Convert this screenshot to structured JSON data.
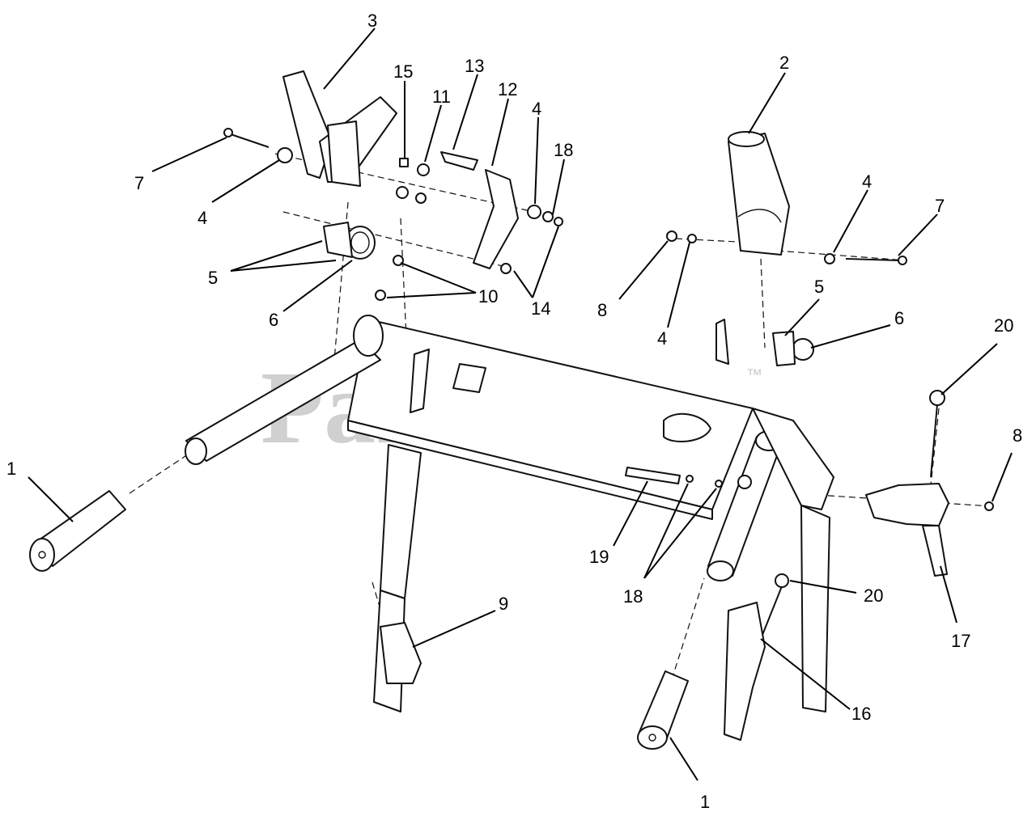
{
  "watermark": {
    "text": "PartsTree",
    "mark": "™",
    "color": "#d0d0d0"
  },
  "callouts": [
    {
      "id": "c3",
      "label": "3"
    },
    {
      "id": "c15",
      "label": "15"
    },
    {
      "id": "c13",
      "label": "13"
    },
    {
      "id": "c11",
      "label": "11"
    },
    {
      "id": "c12",
      "label": "12"
    },
    {
      "id": "c4a",
      "label": "4"
    },
    {
      "id": "c18a",
      "label": "18"
    },
    {
      "id": "c7a",
      "label": "7"
    },
    {
      "id": "c4b",
      "label": "4"
    },
    {
      "id": "c5a",
      "label": "5"
    },
    {
      "id": "c6a",
      "label": "6"
    },
    {
      "id": "c10",
      "label": "10"
    },
    {
      "id": "c14",
      "label": "14"
    },
    {
      "id": "c2",
      "label": "2"
    },
    {
      "id": "c4c",
      "label": "4"
    },
    {
      "id": "c7b",
      "label": "7"
    },
    {
      "id": "c8a",
      "label": "8"
    },
    {
      "id": "c4d",
      "label": "4"
    },
    {
      "id": "c5b",
      "label": "5"
    },
    {
      "id": "c6b",
      "label": "6"
    },
    {
      "id": "c20a",
      "label": "20"
    },
    {
      "id": "c8b",
      "label": "8"
    },
    {
      "id": "c1a",
      "label": "1"
    },
    {
      "id": "c19",
      "label": "19"
    },
    {
      "id": "c18b",
      "label": "18"
    },
    {
      "id": "c20b",
      "label": "20"
    },
    {
      "id": "c17",
      "label": "17"
    },
    {
      "id": "c9",
      "label": "9"
    },
    {
      "id": "c16",
      "label": "16"
    },
    {
      "id": "c1b",
      "label": "1"
    }
  ]
}
